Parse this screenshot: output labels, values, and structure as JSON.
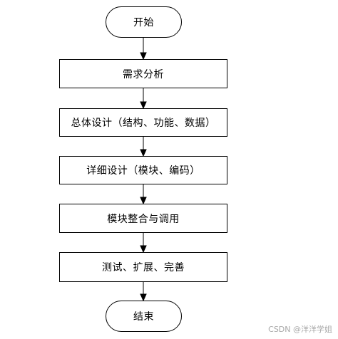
{
  "flowchart": {
    "start": "开始",
    "steps": [
      "需求分析",
      "总体设计（结构、功能、数据）",
      "详细设计（模块、编码）",
      "模块整合与调用",
      "测试、扩展、完善"
    ],
    "end": "结束"
  },
  "watermark": "CSDN @洋洋学姐"
}
